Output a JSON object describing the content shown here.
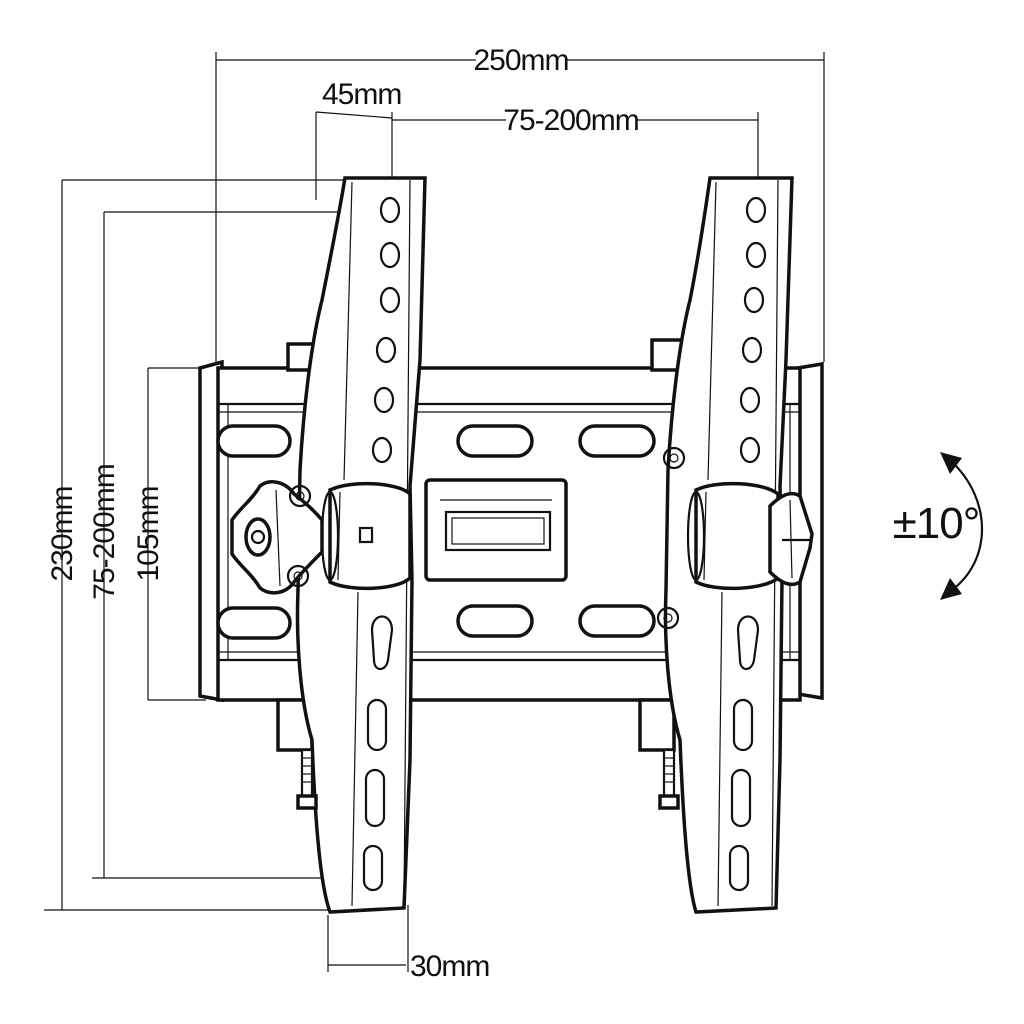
{
  "dimensions": {
    "overall_width": "250mm",
    "arm_offset": "45mm",
    "vesa_horizontal": "75-200mm",
    "overall_height": "230mm",
    "vesa_vertical": "75-200mm",
    "plate_height": "105mm",
    "arm_depth": "30mm"
  },
  "tilt": {
    "label": "±10°"
  },
  "colors": {
    "line": "#111111",
    "background": "#ffffff"
  }
}
